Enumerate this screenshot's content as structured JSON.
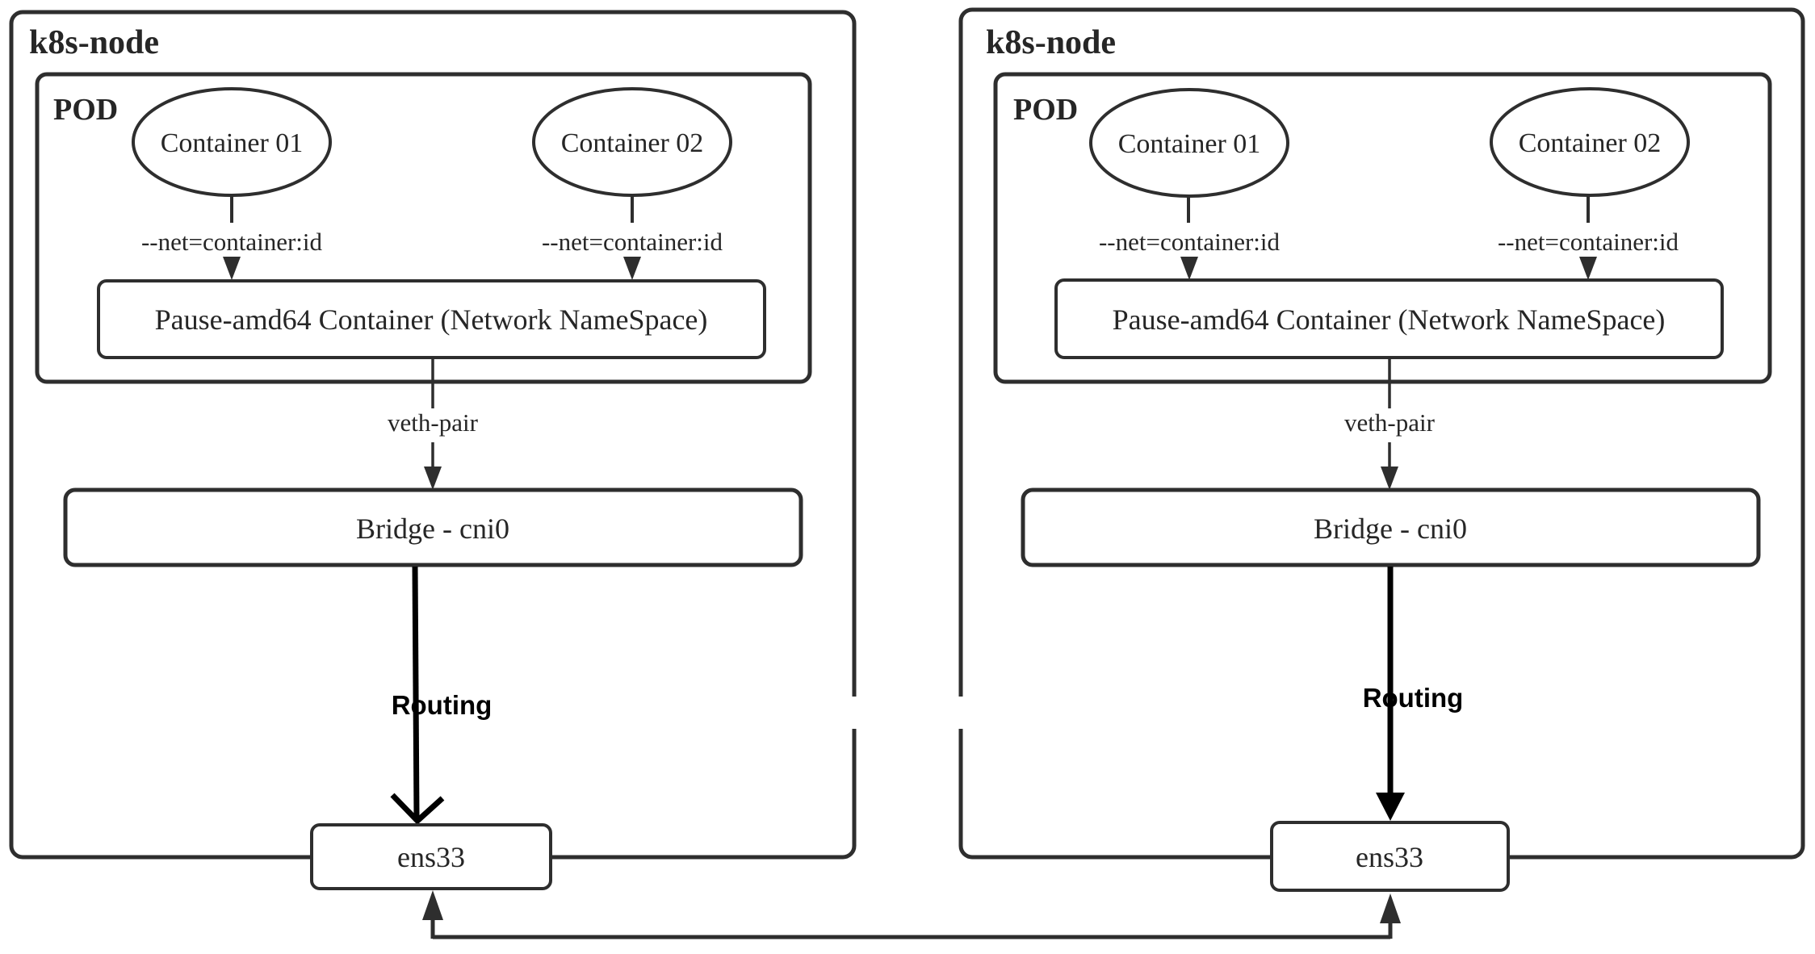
{
  "diagram": {
    "background_color": "#ffffff",
    "line_color": "#2e2e2e",
    "text_color": "#262626",
    "routing_text_color": "#000000",
    "nodes": [
      {
        "node_label": "k8s-node",
        "pod_label": "POD",
        "container1_label": "Container 01",
        "container2_label": "Container 02",
        "net1_label": "--net=container:id",
        "net2_label": "--net=container:id",
        "pause_label": "Pause-amd64 Container (Network NameSpace)",
        "veth_label": "veth-pair",
        "bridge_label": "Bridge - cni0",
        "routing_label": "Routing",
        "interface_label": "ens33"
      },
      {
        "node_label": "k8s-node",
        "pod_label": "POD",
        "container1_label": "Container 01",
        "container2_label": "Container 02",
        "net1_label": "--net=container:id",
        "net2_label": "--net=container:id",
        "pause_label": "Pause-amd64 Container (Network NameSpace)",
        "veth_label": "veth-pair",
        "bridge_label": "Bridge - cni0",
        "routing_label": "Routing",
        "interface_label": "ens33"
      }
    ]
  }
}
